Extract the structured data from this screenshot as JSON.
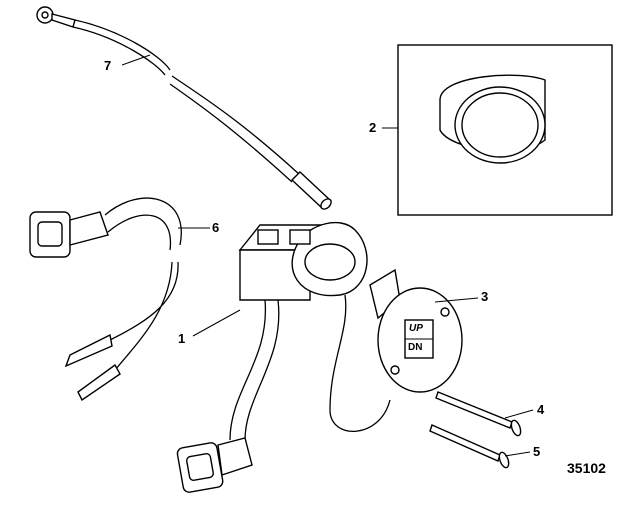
{
  "diagram": {
    "figure_number": "35102",
    "switch_markings": {
      "up": "UP",
      "down": "DN"
    },
    "callouts": [
      {
        "number": "1",
        "part": "trim-switch-housing"
      },
      {
        "number": "2",
        "part": "bezel-ring"
      },
      {
        "number": "3",
        "part": "trim-switch-plate"
      },
      {
        "number": "4",
        "part": "screw-long"
      },
      {
        "number": "5",
        "part": "screw-short"
      },
      {
        "number": "6",
        "part": "wiring-harness"
      },
      {
        "number": "7",
        "part": "ground-lead"
      }
    ]
  }
}
